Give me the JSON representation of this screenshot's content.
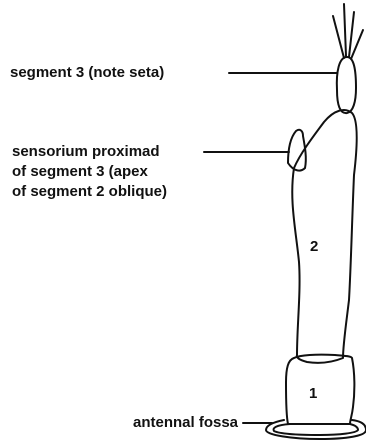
{
  "labels": {
    "segment_3": "segment 3 (note seta)",
    "sensorium_line1": "sensorium proximad",
    "sensorium_line2": "of segment 3 (apex",
    "sensorium_line3": "of segment 2 oblique)",
    "antennal_fossa": "antennal fossa"
  },
  "segment_numbers": {
    "segment_2": "2",
    "segment_1": "1"
  },
  "colors": {
    "line": "#111111",
    "background": "#ffffff"
  }
}
